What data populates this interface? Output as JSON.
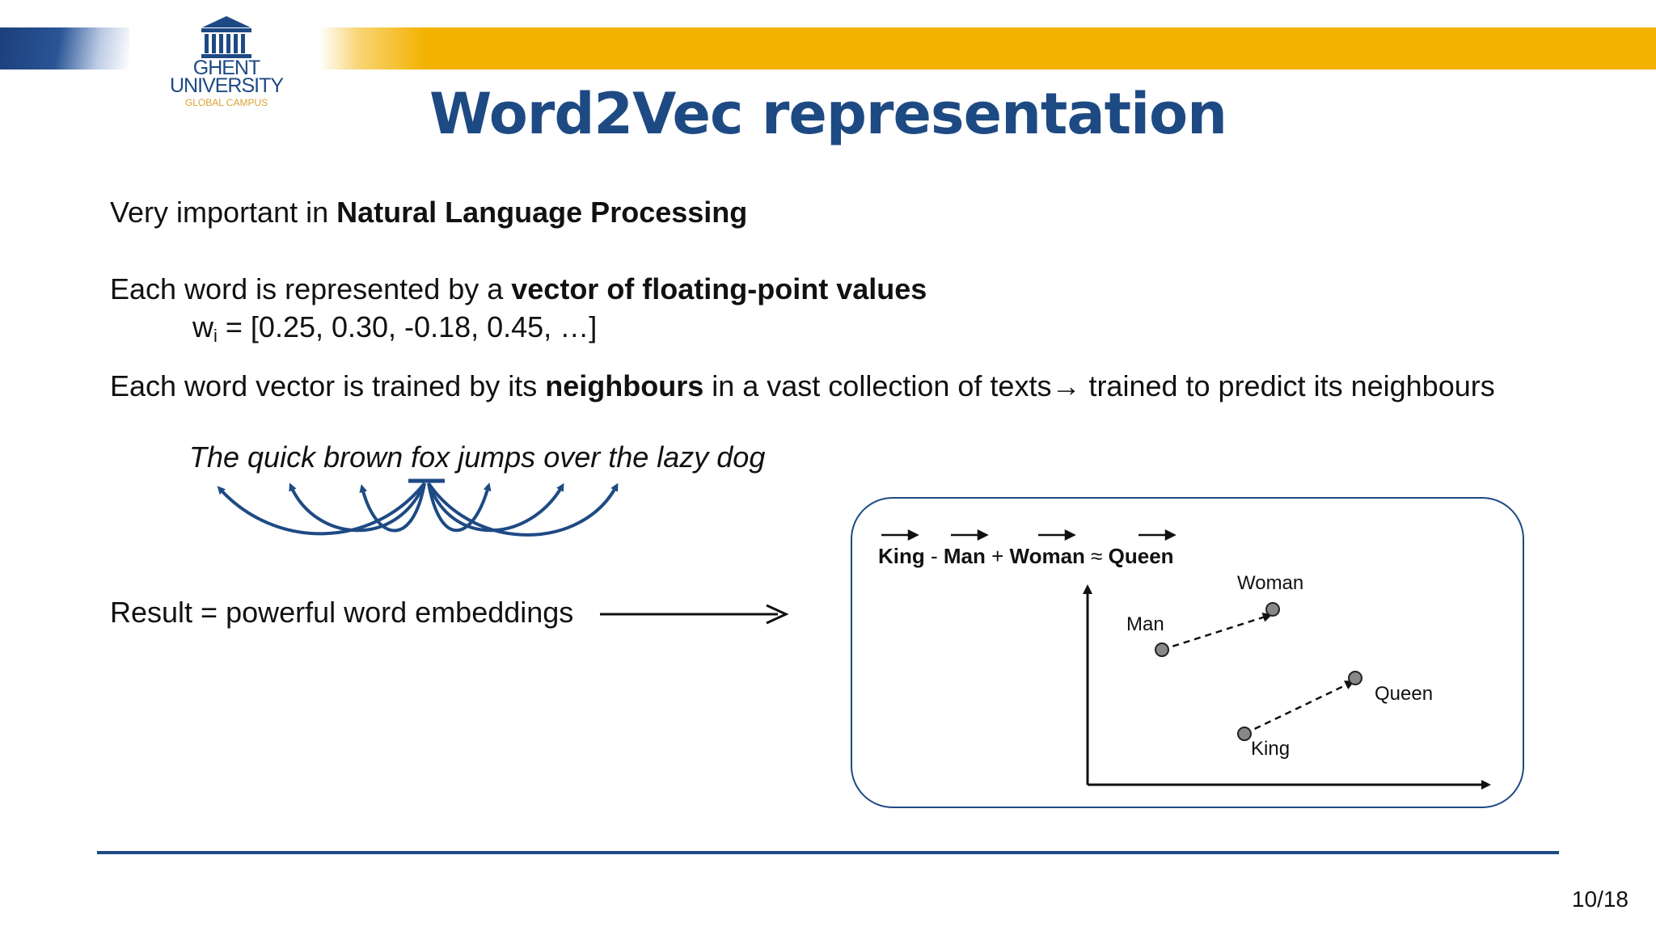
{
  "header": {
    "logo_line1": "GHENT",
    "logo_line2": "UNIVERSITY",
    "logo_line3": "GLOBAL CAMPUS",
    "title": "Word2Vec representation"
  },
  "body": {
    "line1_prefix": "Very important in ",
    "line1_bold": "Natural Language Processing",
    "line2_prefix": "Each word is represented by a ",
    "line2_bold": "vector of floating-point values",
    "vector_var": "w",
    "vector_sub": "i",
    "vector_value": " = [0.25, 0.30, -0.18, 0.45, …]",
    "line4_prefix": "Each word vector is trained by its ",
    "line4_bold": "neighbours",
    "line4_suffix": " in a vast collection of texts→ trained to predict its neighbours",
    "example_sentence": "The quick brown fox jumps over the lazy dog",
    "result_text": "Result = powerful word embeddings"
  },
  "diagram": {
    "eq_king": "King",
    "eq_minus": " - ",
    "eq_man": "Man",
    "eq_plus": " + ",
    "eq_woman": "Woman",
    "eq_approx": " ≈ ",
    "eq_queen": "Queen",
    "label_woman": "Woman",
    "label_man": "Man",
    "label_queen": "Queen",
    "label_king": "King"
  },
  "footer": {
    "page": "10/18"
  },
  "colors": {
    "brand_blue": "#1e4a84",
    "brand_yellow": "#f3b100"
  }
}
